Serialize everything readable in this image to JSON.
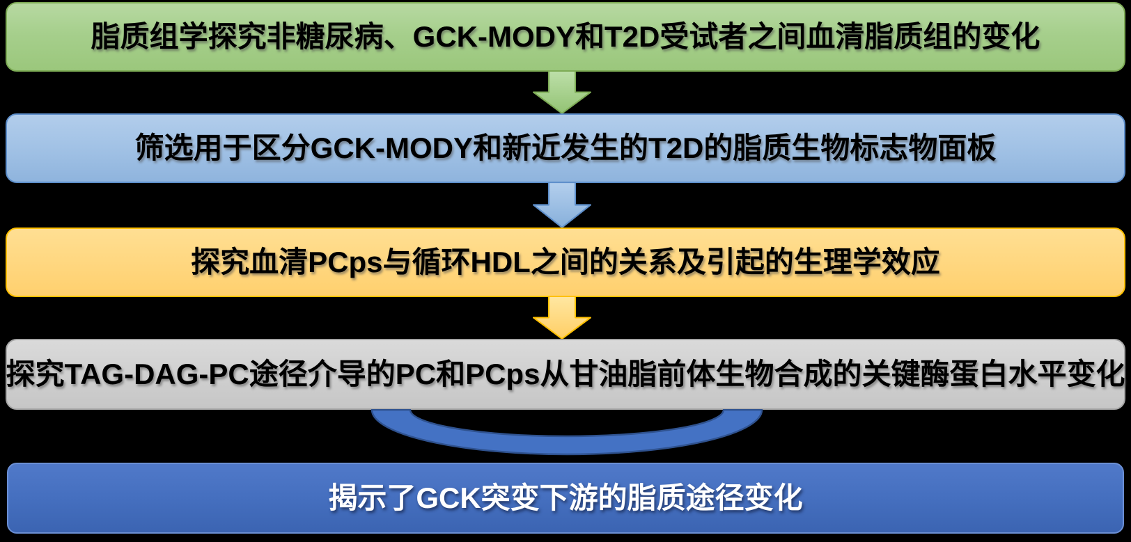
{
  "figure": {
    "title": "GCK-MODY lipidomics study flowchart",
    "background_color": "#000000",
    "steps": [
      {
        "id": "step-1",
        "label": "脂质组学探究非糖尿病、GCK-MODY和T2D受试者之间血清脂质组的变化",
        "fill": "#a6cf8c",
        "border": "#7dab55",
        "text_color": "#000000"
      },
      {
        "id": "step-2",
        "label": "筛选用于区分GCK-MODY和新近发生的T2D的脂质生物标志物面板",
        "fill": "#a3c3e6",
        "border": "#5e8fcb",
        "text_color": "#000000"
      },
      {
        "id": "step-3",
        "label": "探究血清PCps与循环HDL之间的关系及引起的生理学效应",
        "fill": "#ffd882",
        "border": "#ffc000",
        "text_color": "#000000"
      },
      {
        "id": "step-4",
        "label": "探究TAG-DAG-PC途径介导的PC和PCps从甘油脂前体生物合成的关键酶蛋白水平变化",
        "fill": "#d1d1d1",
        "border": "#a6a6a6",
        "text_color": "#000000"
      },
      {
        "id": "step-5",
        "label": "揭示了GCK突变下游的脂质途径变化",
        "fill": "#456fbf",
        "border": "#6b8fd4",
        "text_color": "#ffffff"
      }
    ],
    "connectors": [
      {
        "id": "connector-1",
        "type": "block-arrow-down",
        "fill": "#a6cf8c",
        "border": "#7dab55"
      },
      {
        "id": "connector-2",
        "type": "block-arrow-down",
        "fill": "#a3c3e6",
        "border": "#5e8fcb"
      },
      {
        "id": "connector-3",
        "type": "block-arrow-down",
        "fill": "#ffd882",
        "border": "#ffc000"
      },
      {
        "id": "connector-4",
        "type": "curved-arc-band",
        "fill": "#4472c4",
        "border": "#2f528f"
      }
    ]
  }
}
